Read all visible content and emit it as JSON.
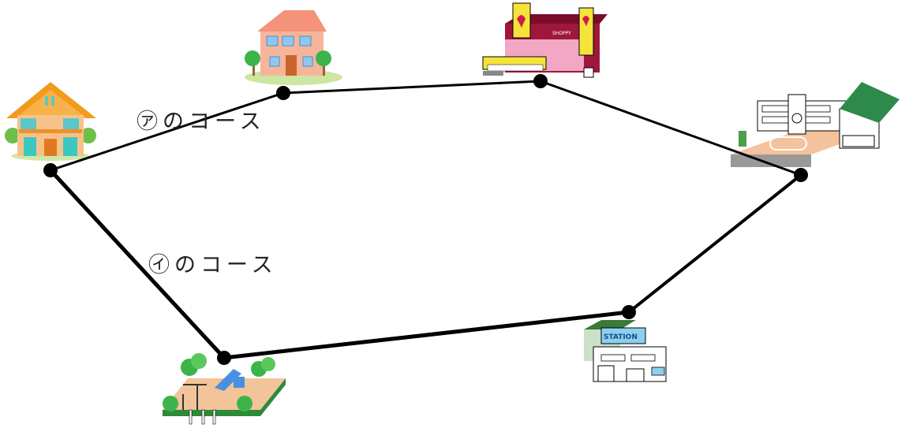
{
  "labels": {
    "course_a": "㋐のコース",
    "course_i": "㋑のコース"
  },
  "sign_text": {
    "shop": "SHOPPY",
    "station": "STATION"
  },
  "icons": [
    "house-icon",
    "cottage-icon",
    "supermarket-icon",
    "school-icon",
    "station-icon",
    "park-icon"
  ],
  "colors": {
    "route_line": "#000000",
    "route_node": "#000000"
  }
}
